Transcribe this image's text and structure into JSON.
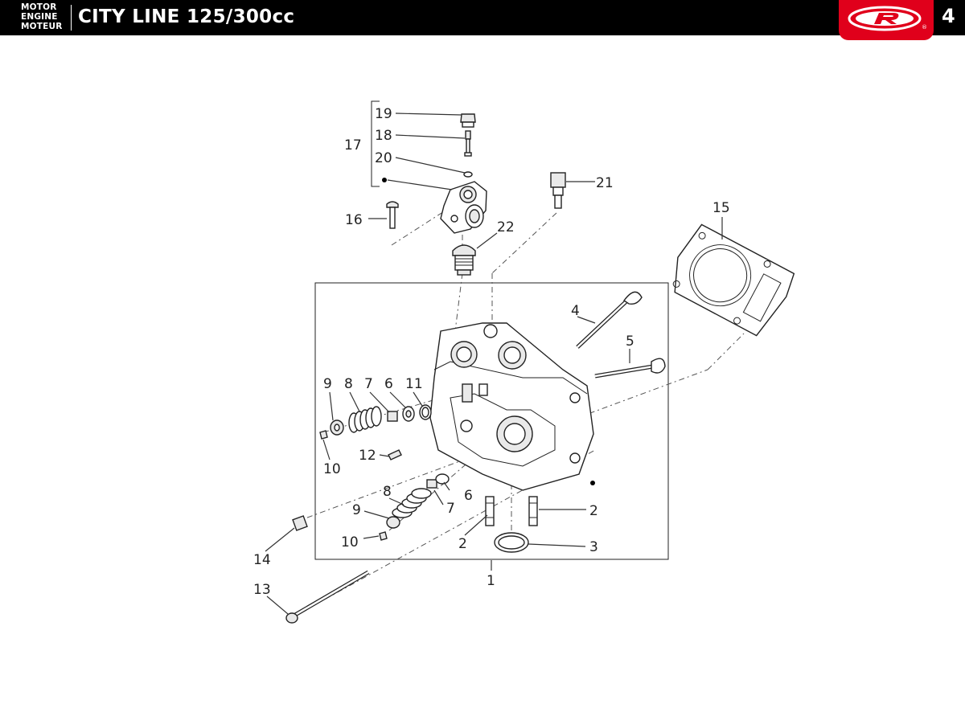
{
  "header": {
    "engine_labels": [
      "MOTOR",
      "ENGINE",
      "MOTEUR"
    ],
    "model_title": "CITY LINE 125/300cc",
    "page_number": "4",
    "brand_logo_text": "R"
  },
  "callouts": {
    "c1": "1",
    "c2a": "2",
    "c2b": "2",
    "c3": "3",
    "c4": "4",
    "c5": "5",
    "c6a": "6",
    "c6b": "6",
    "c7a": "7",
    "c7b": "7",
    "c8a": "8",
    "c8b": "8",
    "c9a": "9",
    "c9b": "9",
    "c10a": "10",
    "c10b": "10",
    "c11": "11",
    "c12": "12",
    "c13": "13",
    "c14": "14",
    "c15": "15",
    "c16": "16",
    "c17": "17",
    "c18": "18",
    "c19": "19",
    "c20": "20",
    "c21": "21",
    "c22": "22"
  },
  "colors": {
    "header_bg": "#000000",
    "brand_red": "#e0001b",
    "line": "#222222"
  }
}
